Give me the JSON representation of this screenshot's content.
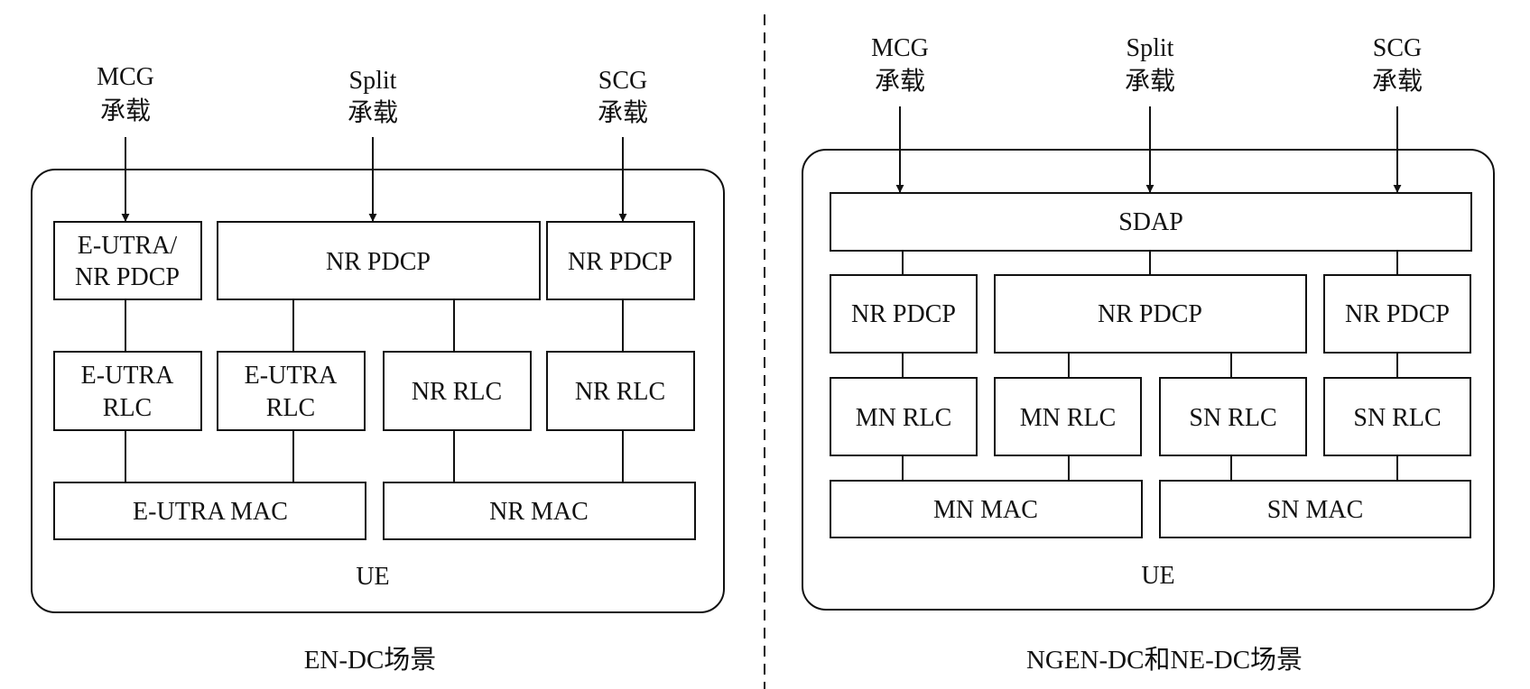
{
  "left": {
    "caption": "EN-DC场景",
    "ue_label": "UE",
    "bearers": {
      "mcg": [
        "MCG",
        "承载"
      ],
      "split": [
        "Split",
        "承载"
      ],
      "scg": [
        "SCG",
        "承载"
      ]
    },
    "pdcp_mcg": [
      "E-UTRA/",
      "NR PDCP"
    ],
    "pdcp_split": "NR PDCP",
    "pdcp_scg": "NR PDCP",
    "rlc_eutra_1": [
      "E-UTRA",
      "RLC"
    ],
    "rlc_eutra_2": [
      "E-UTRA",
      "RLC"
    ],
    "rlc_nr_1": "NR RLC",
    "rlc_nr_2": "NR RLC",
    "mac_eutra": "E-UTRA MAC",
    "mac_nr": "NR MAC"
  },
  "right": {
    "caption": "NGEN-DC和NE-DC场景",
    "ue_label": "UE",
    "bearers": {
      "mcg": [
        "MCG",
        "承载"
      ],
      "split": [
        "Split",
        "承载"
      ],
      "scg": [
        "SCG",
        "承载"
      ]
    },
    "sdap": "SDAP",
    "pdcp_mcg": "NR PDCP",
    "pdcp_split": "NR PDCP",
    "pdcp_scg": "NR PDCP",
    "rlc_mn_1": "MN RLC",
    "rlc_mn_2": "MN RLC",
    "rlc_sn_1": "SN RLC",
    "rlc_sn_2": "SN RLC",
    "mac_mn": "MN MAC",
    "mac_sn": "SN MAC"
  }
}
